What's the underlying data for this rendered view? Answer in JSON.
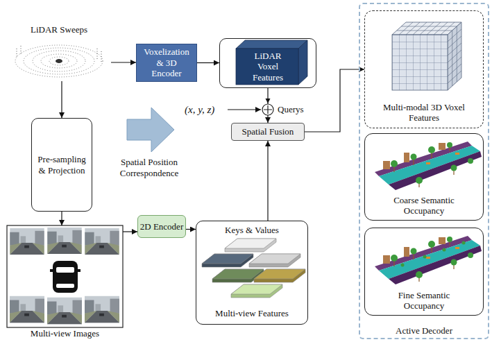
{
  "diagram": {
    "nodes": [
      {
        "text": [
          "LiDAR Sweeps"
        ]
      },
      {
        "text": [
          "Voxelization & 3D Encoder"
        ]
      },
      {
        "text": [
          "LiDAR Voxel Features"
        ]
      },
      {
        "text": [
          "Active Decoder"
        ]
      },
      {
        "text": [
          "Multi-modal 3D Voxel Features"
        ],
        "in": 3
      },
      {
        "text": [
          "Coarse Semantic Occupancy"
        ],
        "in": 3
      },
      {
        "text": [
          "Fine Semantic Occupancy"
        ],
        "in": 3
      },
      {
        "text": [
          "Pre-sampling & Projection"
        ]
      },
      {
        "text": [
          "Spatial Fusion"
        ]
      },
      {
        "text": [
          "Keys & Values",
          "Multi-view Features"
        ]
      },
      {
        "text": [
          "Multi-view Images"
        ]
      },
      {
        "text": [
          "2D Encoder"
        ]
      }
    ],
    "edges": [
      {
        "from": 0,
        "to": 1,
        "arrow": "to"
      },
      {
        "from": 1,
        "to": 2,
        "arrow": "to"
      },
      {
        "from": 2,
        "to": 8,
        "arrow": "to"
      },
      {
        "from": 0,
        "to": 7,
        "arrow": "to"
      },
      {
        "from": 7,
        "to": 10,
        "arrow": "to"
      },
      {
        "from": 10,
        "to": 11,
        "arrow": "to"
      },
      {
        "from": 11,
        "to": 9,
        "arrow": "to"
      },
      {
        "from": 9,
        "to": 8,
        "arrow": "to"
      },
      {
        "from": 8,
        "to": 4,
        "arrow": "to"
      }
    ],
    "labels": [
      "Spatial Position Correspondence",
      "(x, y, z)",
      "Querys"
    ]
  }
}
